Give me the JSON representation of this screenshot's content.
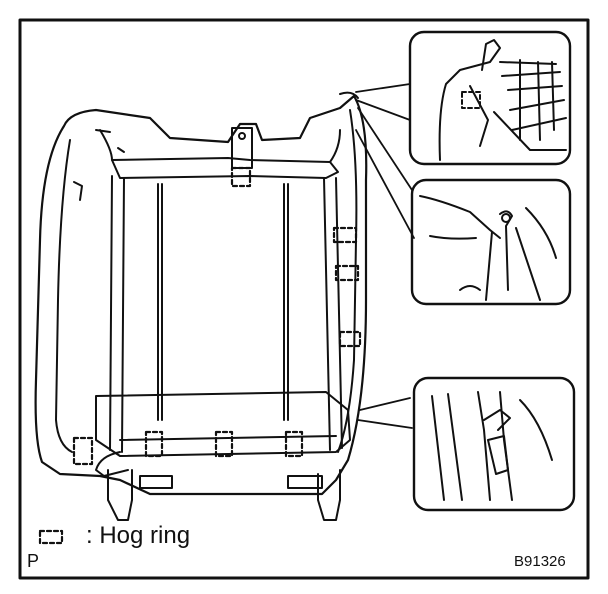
{
  "legend": {
    "symbol": "hog-ring-icon",
    "label": ": Hog ring"
  },
  "corner_letter": "P",
  "figure_code": "B91326"
}
